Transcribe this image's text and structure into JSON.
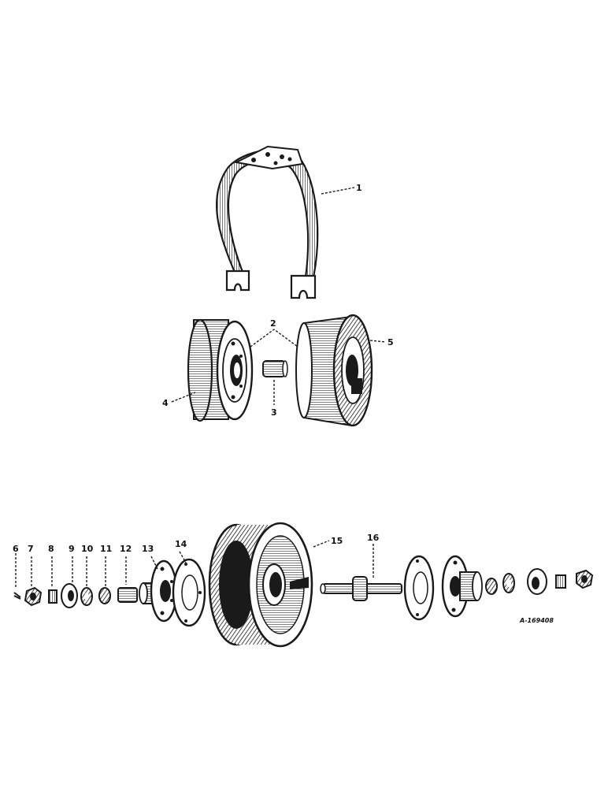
{
  "labels": {
    "p1": "1",
    "p2": "2",
    "p3": "3",
    "p4": "4",
    "p5": "5",
    "p6": "6",
    "p7": "7",
    "p8": "8",
    "p9": "9",
    "p10": "10",
    "p11": "11",
    "p12": "12",
    "p13": "13",
    "p14": "14",
    "p15": "15",
    "p16": "16"
  },
  "reference": "A-169408",
  "colors": {
    "ink": "#1a1a1a",
    "paper": "#ffffff"
  }
}
